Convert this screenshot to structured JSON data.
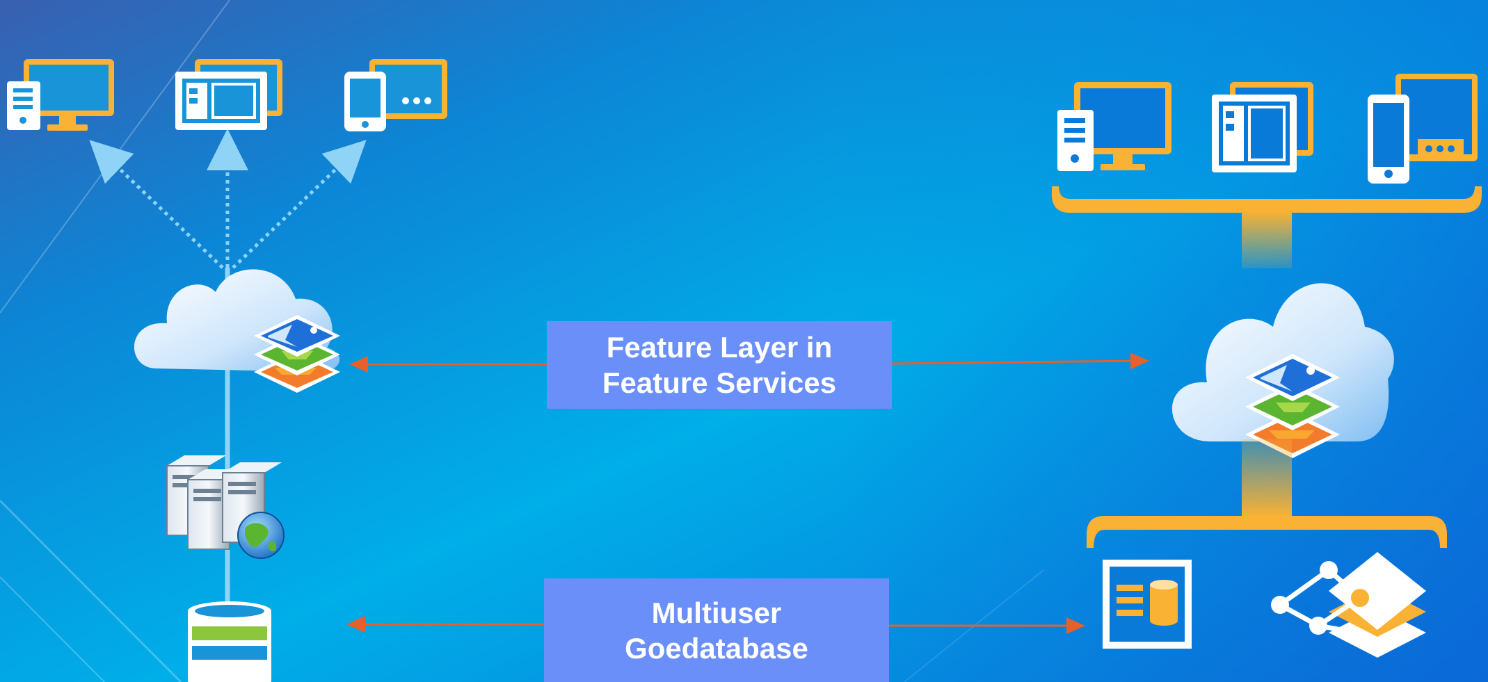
{
  "labels": {
    "feature_layer": {
      "line1": "Feature Layer in",
      "line2": "Feature Services"
    },
    "geodatabase": {
      "line1": "Multiuser",
      "line2": "Goedatabase"
    }
  },
  "colors": {
    "background_top_left": "#3a5fb0",
    "background_mid": "#00aee8",
    "background_right": "#0a6fd8",
    "accent_gold": "#f9b233",
    "label_box": "#6a8ff8",
    "arrow_orange": "#e5602a",
    "dotted_arrow": "#8fd3f7"
  },
  "icons": [
    "desktop-icon",
    "tablet-icon",
    "mobile-icon",
    "cloud-icon",
    "layers-icon",
    "server-cluster-icon",
    "globe-icon",
    "database-icon",
    "geodatabase-document-icon",
    "network-layers-icon"
  ]
}
